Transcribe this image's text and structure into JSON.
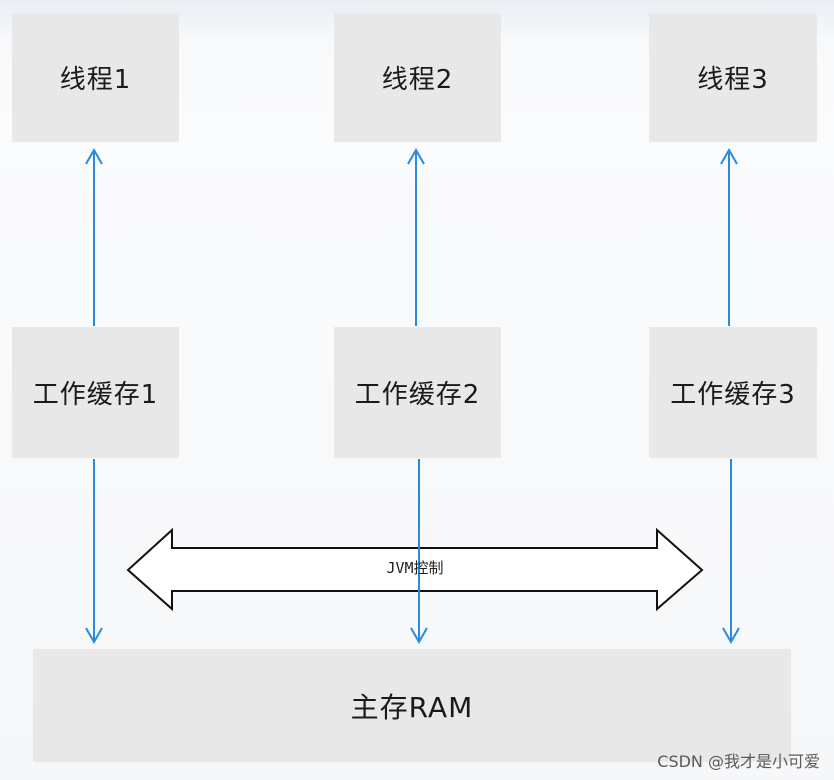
{
  "threads": [
    {
      "label": "线程1"
    },
    {
      "label": "线程2"
    },
    {
      "label": "线程3"
    }
  ],
  "caches": [
    {
      "label": "工作缓存1"
    },
    {
      "label": "工作缓存2"
    },
    {
      "label": "工作缓存3"
    }
  ],
  "main_memory": {
    "label": "主存RAM"
  },
  "jvm_control": {
    "label": "JVM控制"
  },
  "watermark": "CSDN @我才是小可爱",
  "colors": {
    "box_fill": "#e8e8e8",
    "arrow_blue": "#2a8ae0",
    "outline": "#111111"
  }
}
